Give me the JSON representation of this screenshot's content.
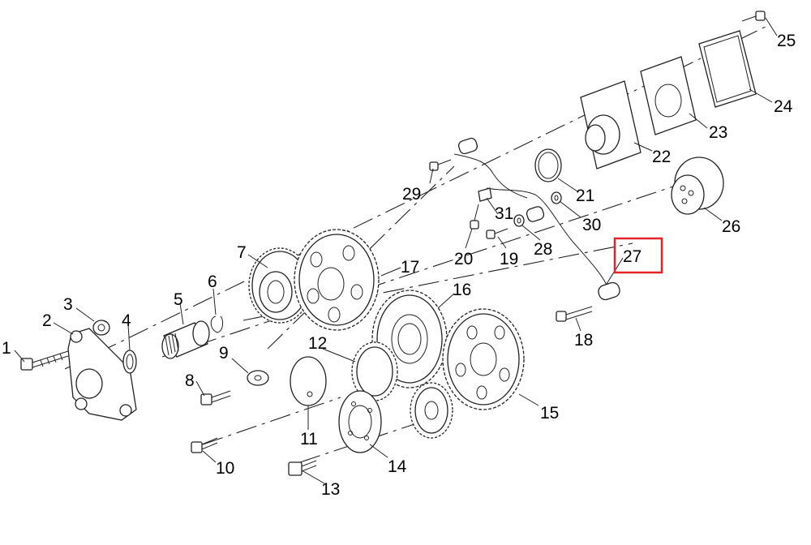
{
  "top_caption": "",
  "part_labels": [
    "1",
    "2",
    "3",
    "4",
    "5",
    "6",
    "7",
    "8",
    "9",
    "10",
    "11",
    "12",
    "13",
    "14",
    "15",
    "16",
    "17",
    "18",
    "19",
    "20",
    "21",
    "22",
    "23",
    "24",
    "25",
    "26",
    "27",
    "28",
    "29",
    "30",
    "31"
  ],
  "highlighted_part": "27",
  "highlight_color": "#e0252b"
}
